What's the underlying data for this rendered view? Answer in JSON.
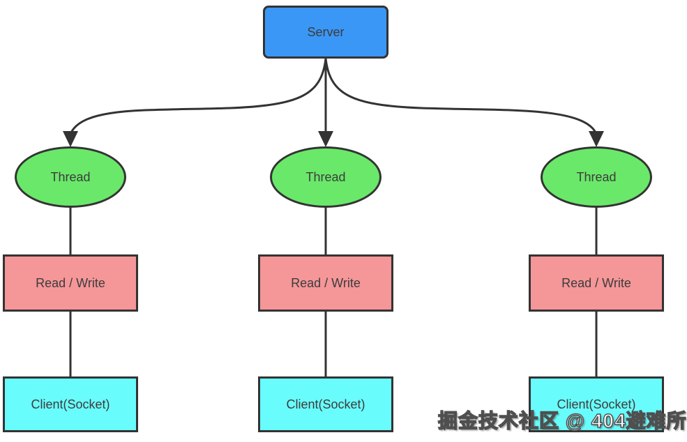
{
  "colors": {
    "canvas_bg": "#ffffff",
    "line_color": "#333333",
    "border_color": "#333333",
    "text_color": "#3c3c3c",
    "server_fill": "#3a97f5",
    "thread_fill": "#6ae86a",
    "readwrite_fill": "#f59698",
    "client_fill": "#69fcfc",
    "watermark_fill": "#ffffff",
    "watermark_outline": "#4f4f4f"
  },
  "diagram": {
    "server": {
      "label": "Server"
    },
    "columns": [
      {
        "thread_label": "Thread",
        "readwrite_label": "Read / Write",
        "client_label": "Client(Socket)"
      },
      {
        "thread_label": "Thread",
        "readwrite_label": "Read / Write",
        "client_label": "Client(Socket)"
      },
      {
        "thread_label": "Thread",
        "readwrite_label": "Read / Write",
        "client_label": "Client(Socket)"
      }
    ],
    "watermark": "掘金技术社区 @ 404避难所"
  }
}
